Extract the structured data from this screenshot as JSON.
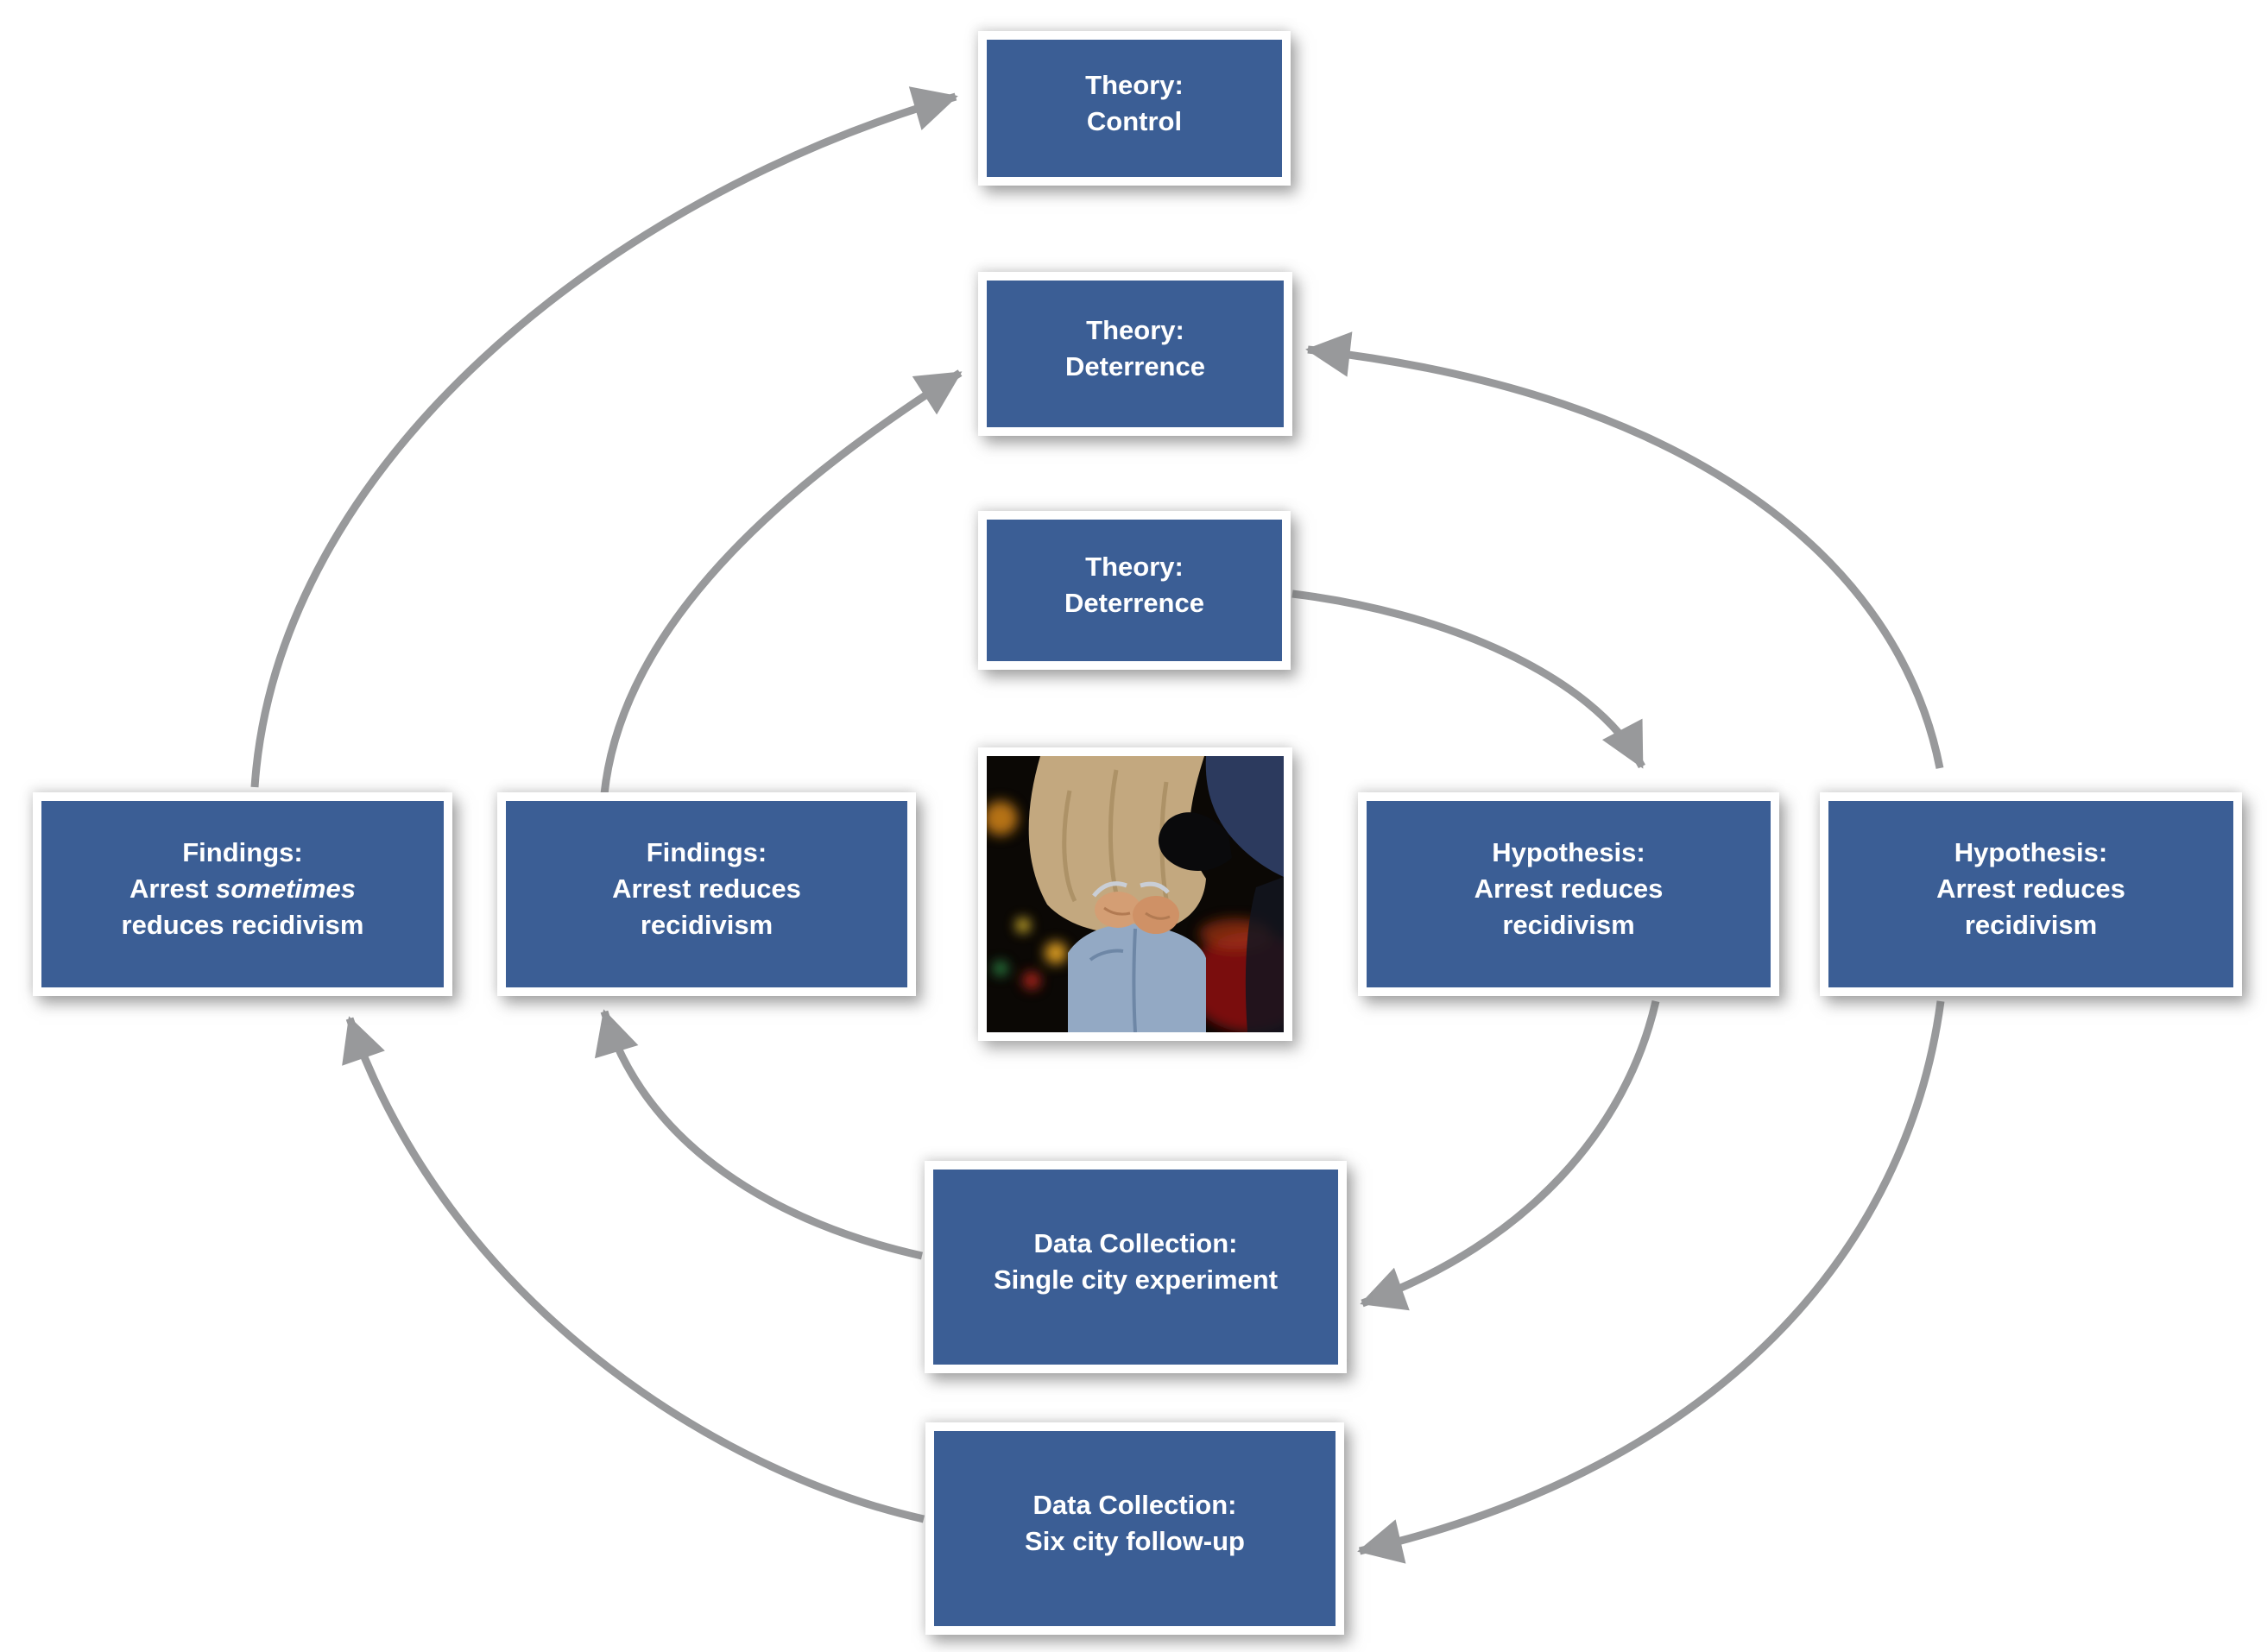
{
  "colors": {
    "box_fill": "#3b5e95",
    "box_border": "#ffffff",
    "arrow_gray": "#98999b",
    "text": "#ffffff",
    "background": "#ffffff"
  },
  "boxes": {
    "theory_control": {
      "line1": "Theory:",
      "line2": "Control"
    },
    "theory_deterrence_2": {
      "line1": "Theory:",
      "line2": "Deterrence"
    },
    "theory_deterrence_1": {
      "line1": "Theory:",
      "line2": "Deterrence"
    },
    "findings_outer": {
      "line1": "Findings:",
      "line2_pre": "Arrest ",
      "line2_italic": "sometimes",
      "line3": "reduces recidivism"
    },
    "findings_inner": {
      "line1": "Findings:",
      "line2": "Arrest reduces",
      "line3": "recidivism"
    },
    "hypothesis_inner": {
      "line1": "Hypothesis:",
      "line2": "Arrest reduces",
      "line3": "recidivism"
    },
    "hypothesis_outer": {
      "line1": "Hypothesis:",
      "line2": "Arrest reduces",
      "line3": "recidivism"
    },
    "data_single_city": {
      "line1": "Data Collection:",
      "line2": "Single city experiment"
    },
    "data_six_city": {
      "line1": "Data Collection:",
      "line2": "Six city follow-up"
    }
  },
  "photo": {
    "description": "night-time arrest: man in tan jacket and blue jeans handcuffed behind his back by an officer wearing a black glove, city lights in background"
  },
  "arrows": [
    {
      "from": "theory_deterrence_1",
      "to": "hypothesis_inner"
    },
    {
      "from": "hypothesis_inner",
      "to": "data_single_city"
    },
    {
      "from": "data_single_city",
      "to": "findings_inner"
    },
    {
      "from": "findings_inner",
      "to": "theory_deterrence_2"
    },
    {
      "from": "hypothesis_outer",
      "to": "theory_deterrence_2"
    },
    {
      "from": "hypothesis_outer",
      "to": "data_six_city"
    },
    {
      "from": "data_six_city",
      "to": "findings_outer"
    },
    {
      "from": "findings_outer",
      "to": "theory_control"
    }
  ]
}
